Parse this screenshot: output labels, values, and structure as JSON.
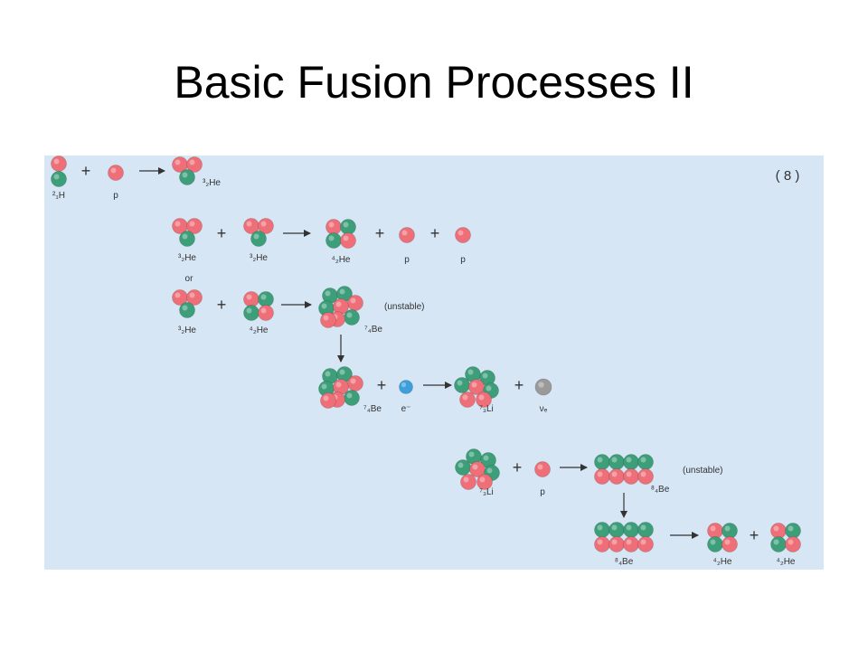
{
  "title": "Basic Fusion Processes II",
  "colors": {
    "background": "#d6e6f5",
    "proton": "#ef6f78",
    "neutron": "#3d9f7a",
    "electron": "#3d9fdc",
    "neutrino": "#9a9a9a",
    "text": "#333333"
  },
  "diagram": {
    "step_label": "( 8 )",
    "or_label": "or",
    "unstable_label": "(unstable)",
    "plus": "+",
    "labels": {
      "h2": "²₁H",
      "he3": "³₂He",
      "he4": "⁴₂He",
      "be7": "⁷₄Be",
      "li7": "⁷₃Li",
      "be8": "⁸₄Be",
      "p": "p",
      "e": "e⁻",
      "nu": "νₑ"
    }
  }
}
